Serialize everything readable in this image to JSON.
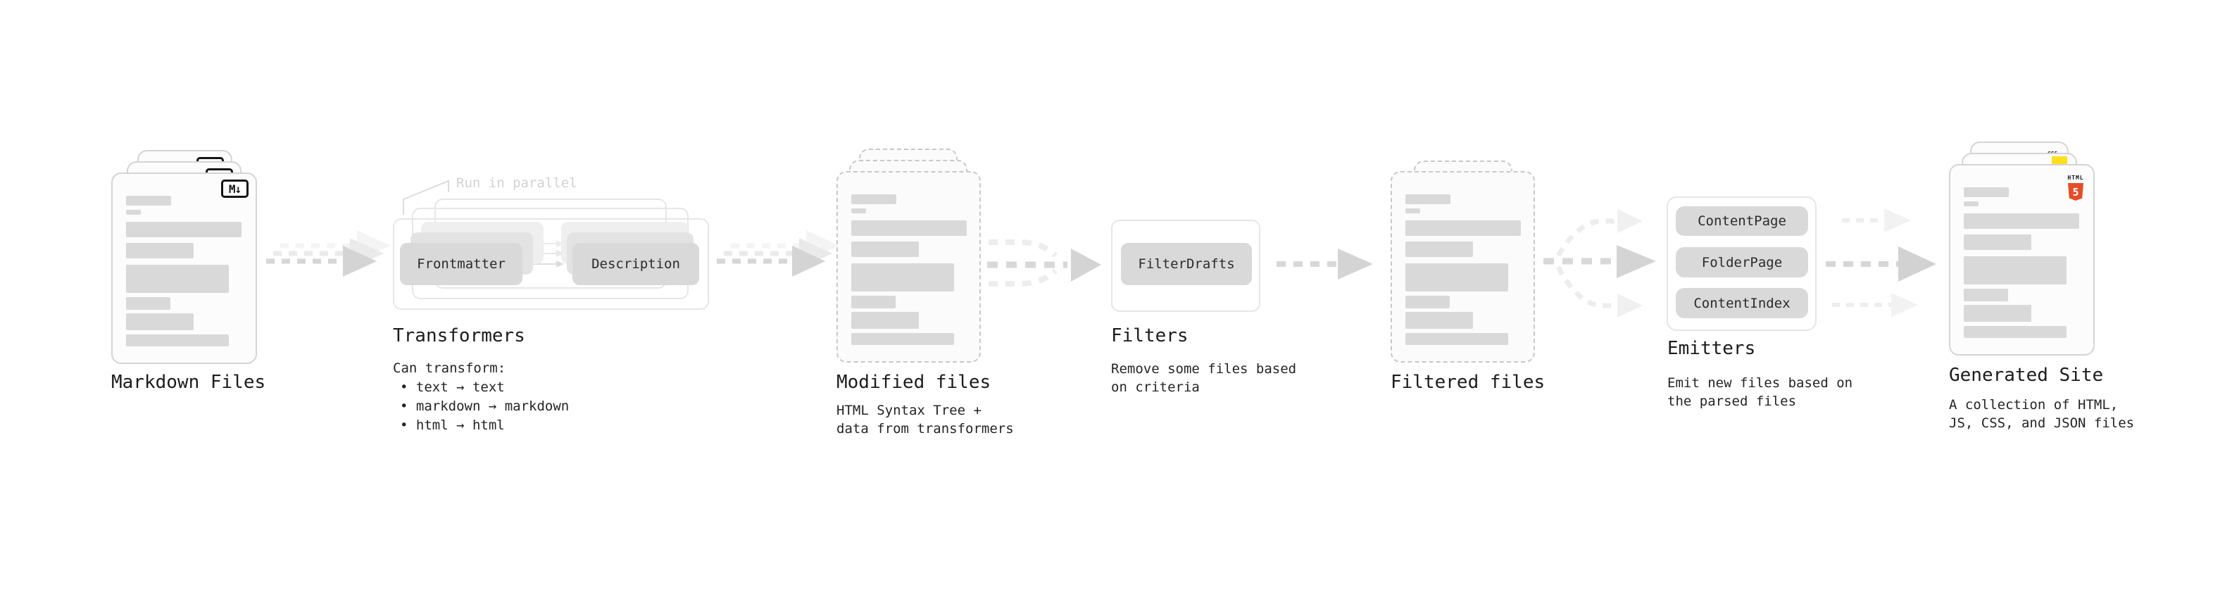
{
  "colors": {
    "html5_orange": "#e44d26",
    "js_yellow": "#ffdf1e",
    "css_blue": "#2d53e5",
    "box_gray": "#d9d9d9",
    "text_dark": "#1c1c1c",
    "faint_gray": "#d2d2d2"
  },
  "stages": {
    "markdown_files": {
      "title": "Markdown Files",
      "badge": "M↓"
    },
    "transformers": {
      "title": "Transformers",
      "parallel_note": "Run in parallel",
      "transformer_boxes": [
        "Frontmatter",
        "Description"
      ],
      "description_heading": "Can transform:",
      "bullets": [
        "• text → text",
        "• markdown → markdown",
        "• html → html"
      ]
    },
    "modified_files": {
      "title": "Modified files",
      "description": [
        "HTML Syntax Tree +",
        "data from transformers"
      ]
    },
    "filters": {
      "title": "Filters",
      "filter_boxes": [
        "FilterDrafts"
      ],
      "description": [
        "Remove some files based",
        "on criteria"
      ]
    },
    "filtered_files": {
      "title": "Filtered files"
    },
    "emitters": {
      "title": "Emitters",
      "emitter_boxes": [
        "ContentPage",
        "FolderPage",
        "ContentIndex"
      ],
      "description": [
        "Emit new files based on",
        "the parsed files"
      ]
    },
    "generated_site": {
      "title": "Generated Site",
      "description": [
        "A collection of HTML,",
        "JS, CSS, and JSON files"
      ],
      "badges": {
        "css_label": "CSS",
        "html_label": "HTML",
        "html5_number": "5"
      }
    }
  }
}
